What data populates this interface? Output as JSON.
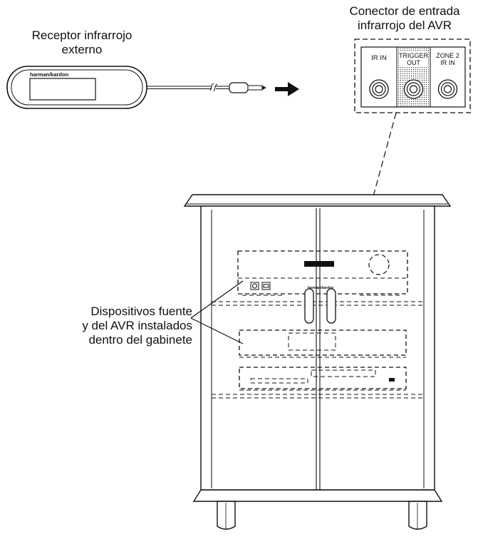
{
  "labels": {
    "receptor_line1": "Receptor infrarrojo",
    "receptor_line2": "externo",
    "conector_line1": "Conector de entrada",
    "conector_line2": "infrarrojo del AVR",
    "dispositivos_line1": "Dispositivos fuente",
    "dispositivos_line2": "y del AVR instalados",
    "dispositivos_line3": "dentro del gabinete"
  },
  "receiver": {
    "brand": "harman/kardon"
  },
  "jack_panel": {
    "ir_in": "IR IN",
    "trigger_line1": "TRIGGER",
    "trigger_line2": "OUT",
    "zone_line1": "ZONE 2",
    "zone_line2": "IR IN"
  },
  "avr": {
    "brand": "harman/kardon"
  }
}
